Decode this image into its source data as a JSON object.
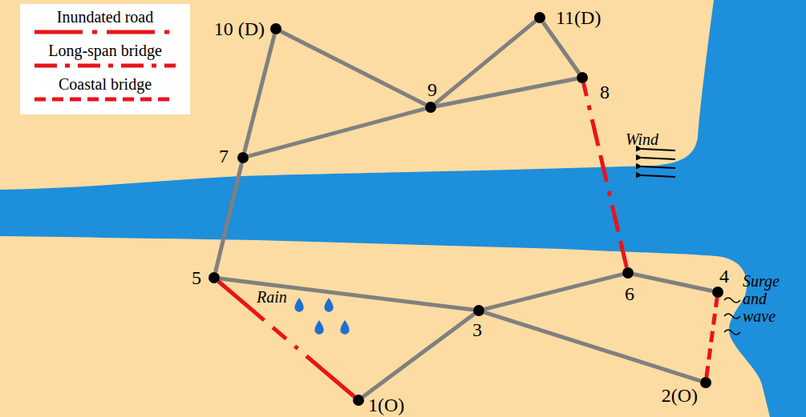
{
  "diagram": {
    "nodes": [
      {
        "text": [
          "1(O)"
        ]
      },
      {
        "text": [
          "2(O)"
        ]
      },
      {
        "text": [
          "3"
        ]
      },
      {
        "text": [
          "4"
        ]
      },
      {
        "text": [
          "5"
        ]
      },
      {
        "text": [
          "6"
        ]
      },
      {
        "text": [
          "7"
        ]
      },
      {
        "text": [
          "8"
        ]
      },
      {
        "text": [
          "9"
        ]
      },
      {
        "text": [
          "10 (D)"
        ]
      },
      {
        "text": [
          "11(D)"
        ]
      }
    ],
    "edges": [
      {
        "from": 0,
        "to": 2,
        "arrow": "none"
      },
      {
        "from": 4,
        "to": 0,
        "arrow": "none"
      },
      {
        "from": 1,
        "to": 2,
        "arrow": "none"
      },
      {
        "from": 1,
        "to": 3,
        "arrow": "none"
      },
      {
        "from": 2,
        "to": 4,
        "arrow": "none"
      },
      {
        "from": 2,
        "to": 5,
        "arrow": "none"
      },
      {
        "from": 5,
        "to": 3,
        "arrow": "none"
      },
      {
        "from": 4,
        "to": 6,
        "arrow": "none"
      },
      {
        "from": 5,
        "to": 7,
        "arrow": "none"
      },
      {
        "from": 6,
        "to": 9,
        "arrow": "none"
      },
      {
        "from": 6,
        "to": 8,
        "arrow": "none"
      },
      {
        "from": 9,
        "to": 8,
        "arrow": "none"
      },
      {
        "from": 8,
        "to": 10,
        "arrow": "none"
      },
      {
        "from": 8,
        "to": 7,
        "arrow": "none"
      },
      {
        "from": 10,
        "to": 7,
        "arrow": "none"
      }
    ],
    "labels": [
      "Wind",
      "Rain",
      "Surge and wave"
    ],
    "legend": [
      {
        "text": "Inundated road"
      },
      {
        "text": "Long-span bridge"
      },
      {
        "text": "Coastal bridge"
      }
    ]
  }
}
